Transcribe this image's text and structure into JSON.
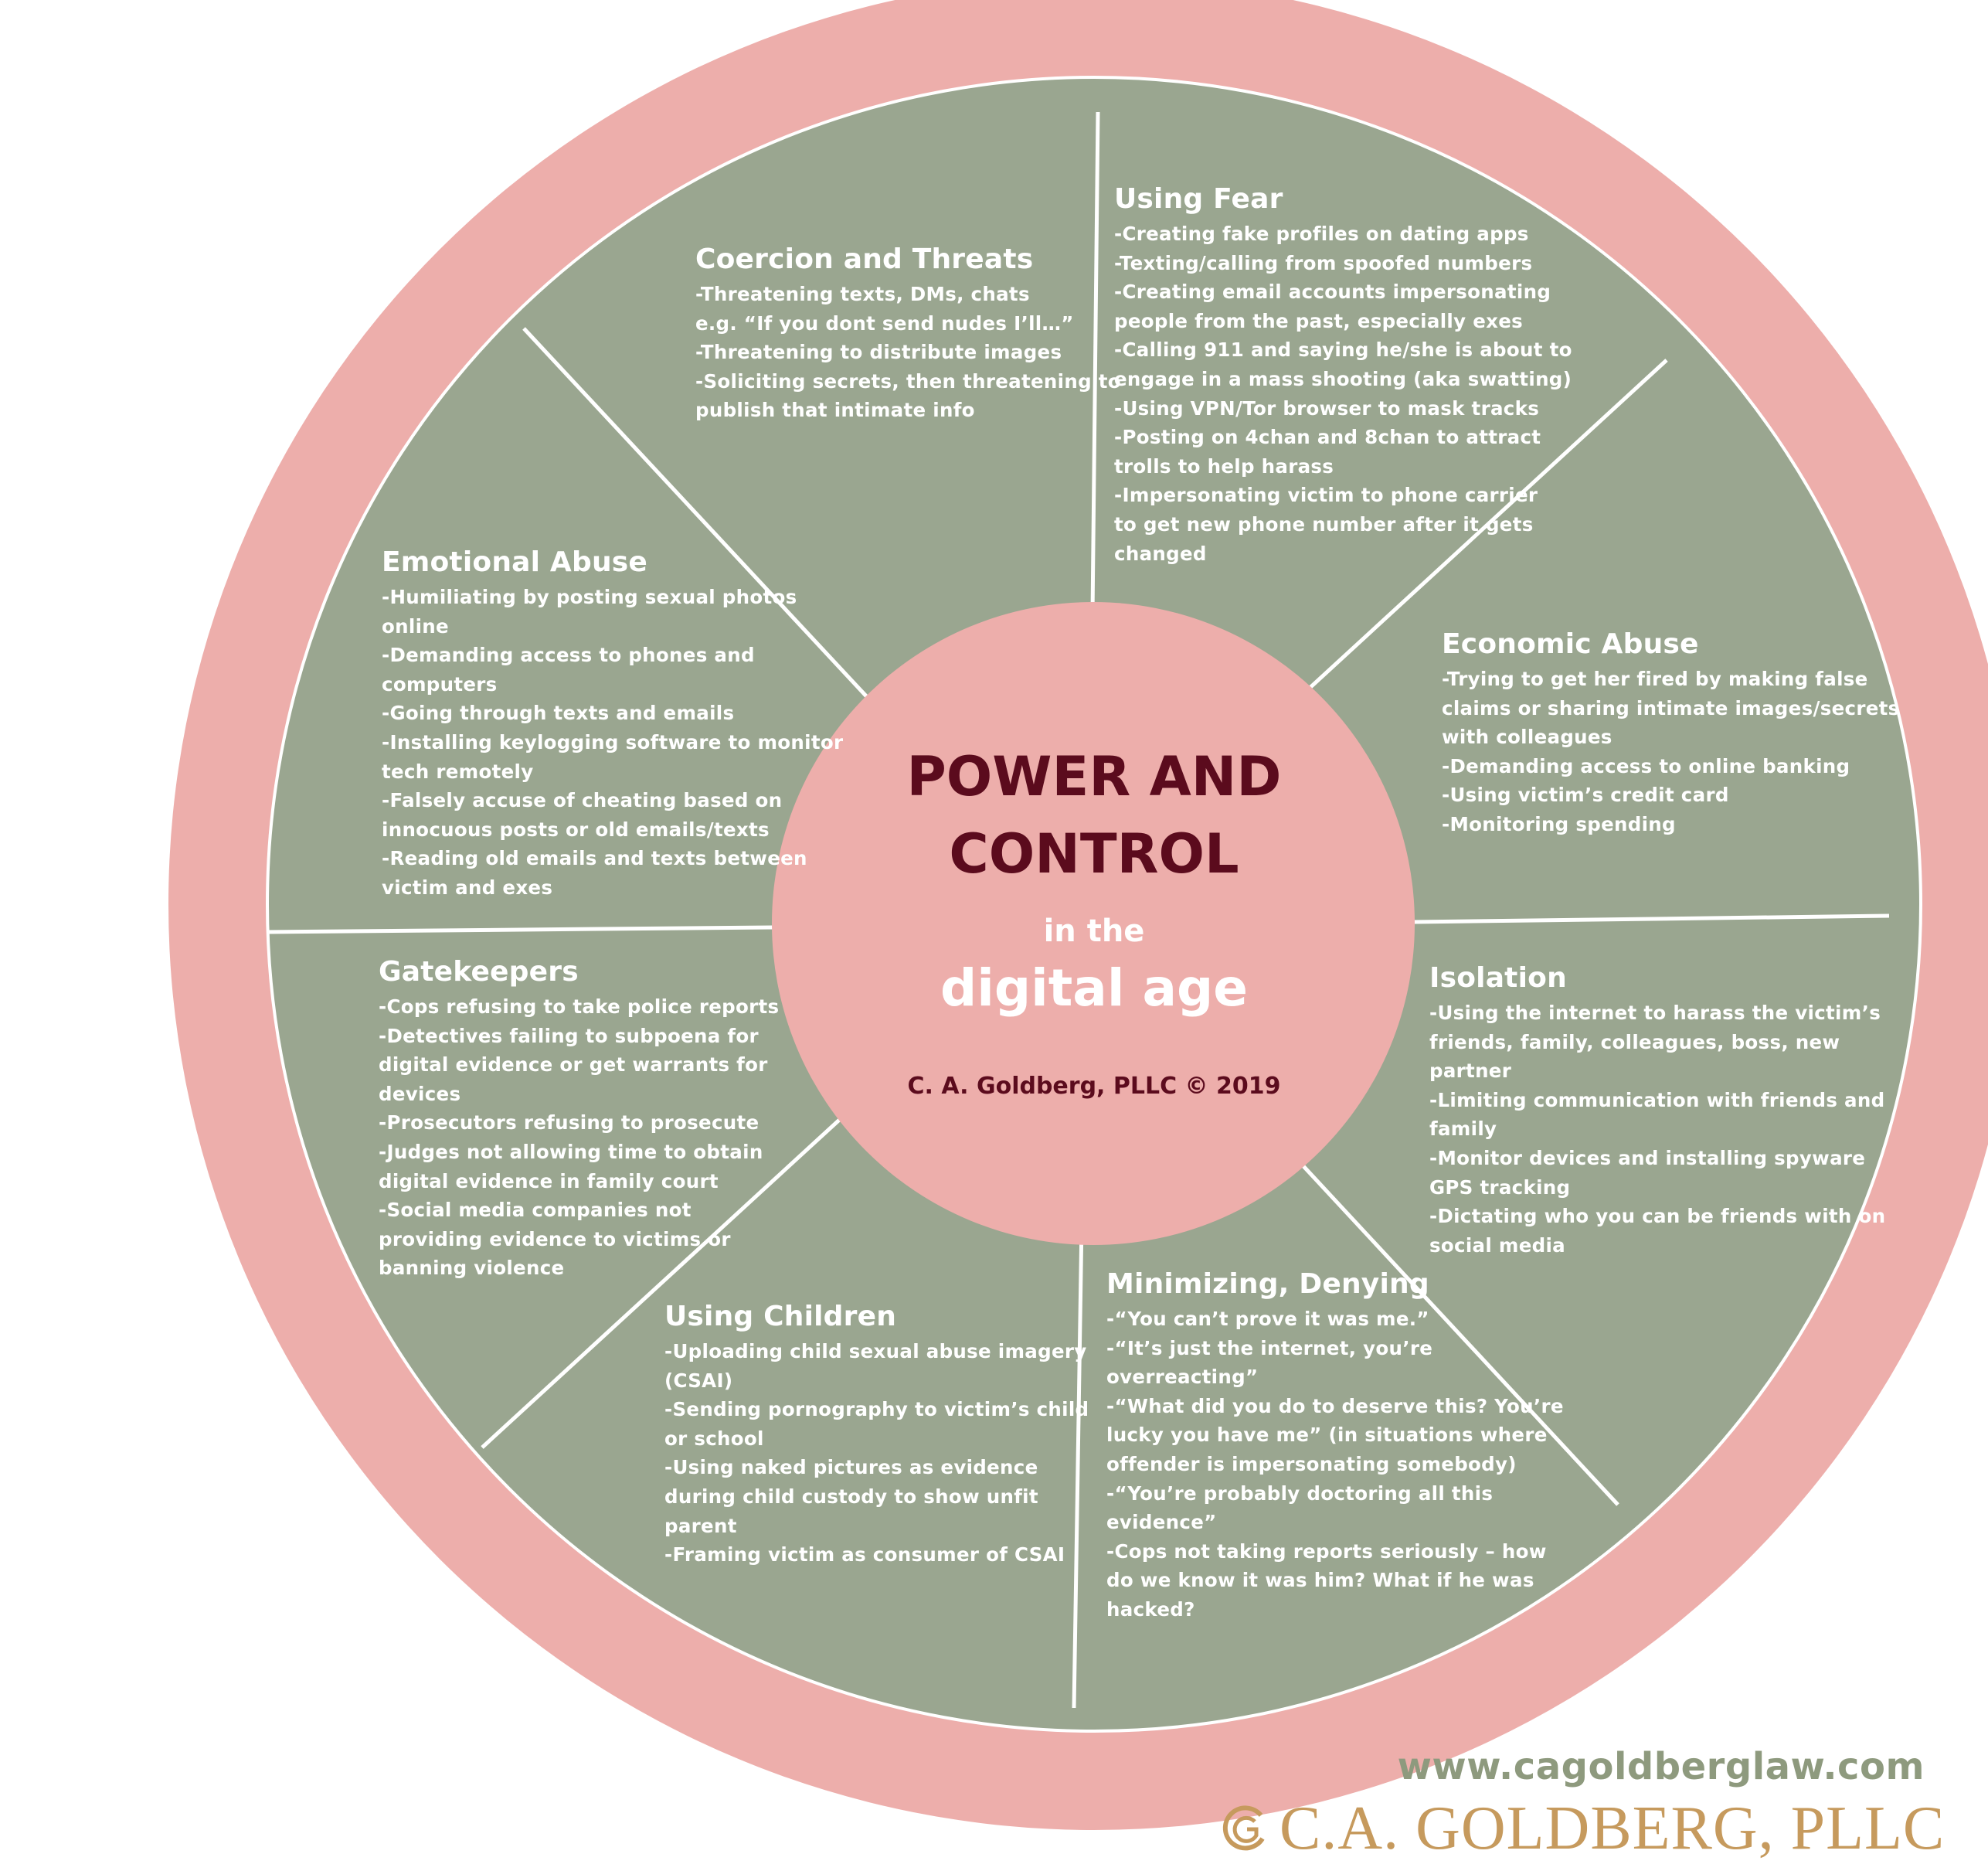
{
  "colors": {
    "outer_ring": "#edaeab",
    "segment_fill": "#9aa690",
    "divider": "#ffffff",
    "title_text": "#5b0b1d",
    "website_text": "#8e9a7e",
    "logo_gold": "#c69a5d"
  },
  "center": {
    "title_line1": "POWER AND",
    "title_line2": "CONTROL",
    "subtitle_small": "in the",
    "subtitle_large": "digital age",
    "credit": "C. A. Goldberg, PLLC © 2019"
  },
  "segments": {
    "using_fear": {
      "title": "Using Fear",
      "items": [
        "-Creating fake profiles on dating apps",
        "-Texting/calling from spoofed numbers",
        "-Creating email accounts impersonating",
        "people from the past, especially exes",
        "-Calling 911 and saying he/she is about to",
        "engage in a mass shooting (aka swatting)",
        "-Using VPN/Tor browser to mask tracks",
        "-Posting on 4chan and 8chan to attract",
        "trolls to help harass",
        "-Impersonating victim to phone carrier",
        "to get new phone number after it gets",
        "changed"
      ]
    },
    "coercion": {
      "title": "Coercion and Threats",
      "items": [
        "-Threatening texts, DMs, chats",
        "e.g. “If you dont send nudes I’ll…”",
        "-Threatening to distribute images",
        "-Soliciting secrets, then threatening to",
        "publish that intimate info"
      ]
    },
    "emotional": {
      "title": "Emotional Abuse",
      "items": [
        "-Humiliating by posting sexual photos",
        "online",
        "-Demanding access to phones and",
        "computers",
        "-Going through texts and emails",
        "-Installing keylogging software to monitor",
        "tech remotely",
        "-Falsely accuse of cheating based on",
        "innocuous posts or old emails/texts",
        "-Reading old emails and texts between",
        "victim and exes"
      ]
    },
    "economic": {
      "title": "Economic Abuse",
      "items": [
        "-Trying to get her fired by making false",
        "claims or sharing intimate images/secrets",
        "with colleagues",
        "-Demanding access to online banking",
        "-Using victim’s credit card",
        "-Monitoring spending"
      ]
    },
    "gatekeepers": {
      "title": "Gatekeepers",
      "items": [
        "-Cops refusing to take police reports",
        "-Detectives failing to subpoena for",
        "digital evidence or get warrants for",
        "devices",
        "-Prosecutors refusing to prosecute",
        "-Judges not allowing time to obtain",
        "digital evidence in family court",
        "-Social media companies not",
        "providing evidence to victims or",
        "banning violence"
      ]
    },
    "isolation": {
      "title": "Isolation",
      "items": [
        "-Using the internet to harass the victim’s",
        "friends, family, colleagues, boss, new",
        "partner",
        "-Limiting communication with friends and",
        "family",
        "-Monitor devices and installing spyware",
        "GPS tracking",
        "-Dictating who you can be friends with on",
        "social media"
      ]
    },
    "children": {
      "title": "Using Children",
      "items": [
        "-Uploading child sexual abuse imagery",
        "(CSAI)",
        "-Sending pornography to victim’s child",
        "or school",
        "-Using naked pictures as evidence",
        "during child custody to show unfit",
        "parent",
        "-Framing victim as consumer of CSAI"
      ]
    },
    "minimizing": {
      "title": "Minimizing, Denying",
      "items": [
        "-“You can’t prove it was me.”",
        "-“It’s just the internet, you’re",
        "overreacting”",
        "-“What did you do to deserve this? You’re",
        "lucky you have me” (in situations where",
        "offender is impersonating somebody)",
        "-“You’re probably doctoring all this",
        "evidence”",
        "-Cops not taking reports seriously – how",
        "do we know it was him? What if he was",
        "hacked?"
      ]
    }
  },
  "footer": {
    "website": "www.cagoldberglaw.com",
    "logo_text": "C.A. GOLDBERG, PLLC"
  }
}
